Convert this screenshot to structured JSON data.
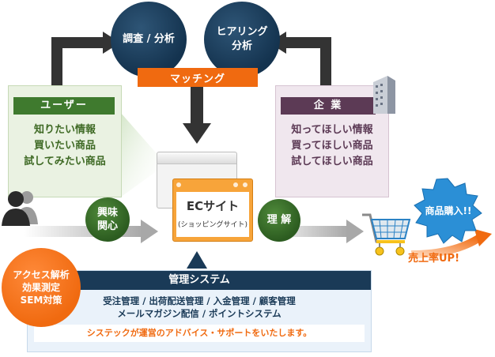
{
  "top_circles": {
    "research": [
      "調査 / 分析"
    ],
    "hearing": [
      "ヒアリング",
      "分析"
    ]
  },
  "matching_label": "マッチング",
  "user_box": {
    "title": "ユーザー",
    "lines": [
      "知りたい情報",
      "買いたい商品",
      "試してみたい商品"
    ]
  },
  "company_box": {
    "title": "企 業",
    "lines": [
      "知ってほしい情報",
      "買ってほしい商品",
      "試してほしい商品"
    ]
  },
  "interest_circle": [
    "興味",
    "関心"
  ],
  "understanding_circle": "理 解",
  "ec_site": {
    "title": "ECサイト",
    "subtitle": "(ショッピングサイト)"
  },
  "access_circle": [
    "アクセス解析",
    "効果測定",
    "SEM対策"
  ],
  "management": {
    "title": "管理システム",
    "line1": "受注管理 / 出荷配送管理 / 入金管理 / 顧客管理",
    "line2": "メールマガジン配信 / ポイントシステム",
    "support": "システックが運営のアドバイス・サポートをいたします。"
  },
  "purchase_badge": "商品購入!!",
  "sales_up": "売上率UP!",
  "colors": {
    "navy": "#1a3a57",
    "orange": "#f06a10",
    "green": "#3f7a2e",
    "purple": "#5c3a55",
    "dark_arrow": "#333333",
    "grey_arrow": "#b0b0b0"
  },
  "icons": [
    "person-icon",
    "building-icon",
    "shopping-cart-icon",
    "browser-window-icon"
  ]
}
